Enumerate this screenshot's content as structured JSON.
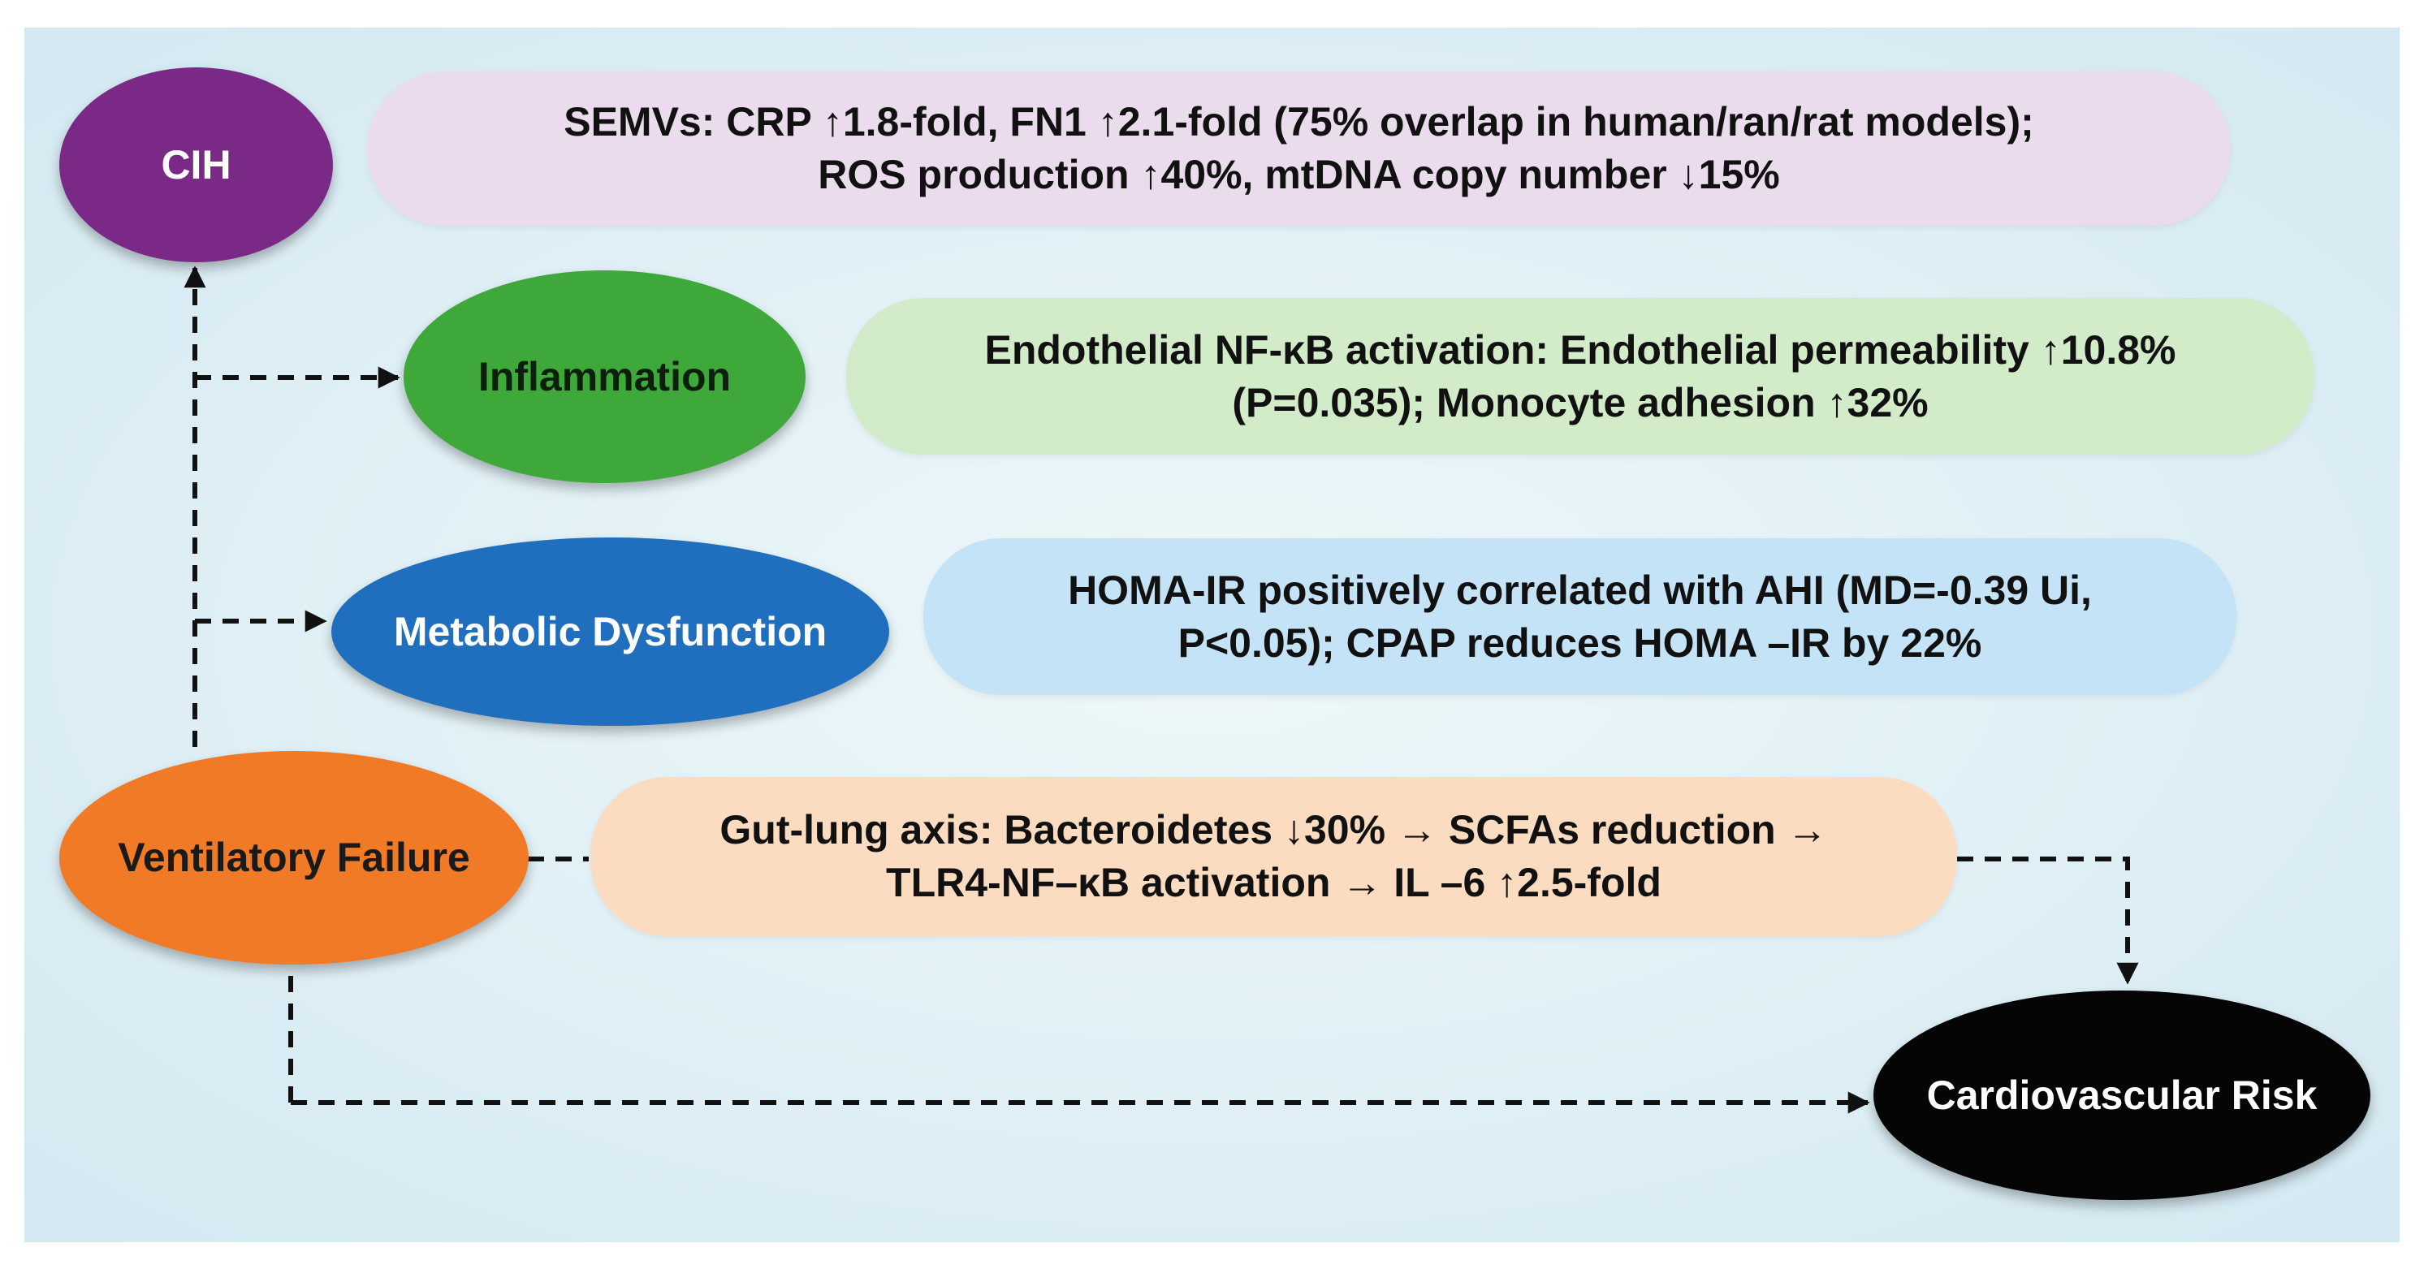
{
  "nodes": {
    "cih": {
      "label": "CIH",
      "color": "#7a2a86",
      "text_color": "#ffffff"
    },
    "inflammation": {
      "label": "Inflammation",
      "color": "#3fa83a",
      "text_color": "#0c1f0c"
    },
    "metabolic": {
      "label": "Metabolic Dysfunction",
      "color": "#1f6fbe",
      "text_color": "#ffffff"
    },
    "ventilatory": {
      "label": "Ventilatory Failure",
      "color": "#f07a25",
      "text_color": "#1a1a1a"
    },
    "cardio": {
      "label": "Cardiovascular Risk",
      "color": "#050505",
      "text_color": "#ffffff"
    }
  },
  "boxes": {
    "cih": {
      "line1": "SEMVs: CRP ↑1.8-fold, FN1 ↑2.1-fold (75% overlap in human/ran/rat models);",
      "line2": "ROS production ↑40%, mtDNA copy number ↓15%",
      "color": "#eadcec"
    },
    "inflammation": {
      "line1": "Endothelial NF-κB activation: Endothelial permeability ↑10.8%",
      "line2": "(P=0.035); Monocyte adhesion ↑32%",
      "color": "#d2ecc9"
    },
    "metabolic": {
      "line1": "HOMA-IR positively correlated with AHI (MD=-0.39 Ui,",
      "line2": "P<0.05); CPAP reduces HOMA –IR by 22%",
      "color": "#c5e3f6"
    },
    "ventilatory": {
      "line1": "Gut-lung axis: Bacteroidetes ↓30% → SCFAs reduction →",
      "line2": "TLR4-NF–κB activation → IL –6 ↑2.5-fold",
      "color": "#fbdcc0"
    }
  },
  "edge_color": "#111111"
}
